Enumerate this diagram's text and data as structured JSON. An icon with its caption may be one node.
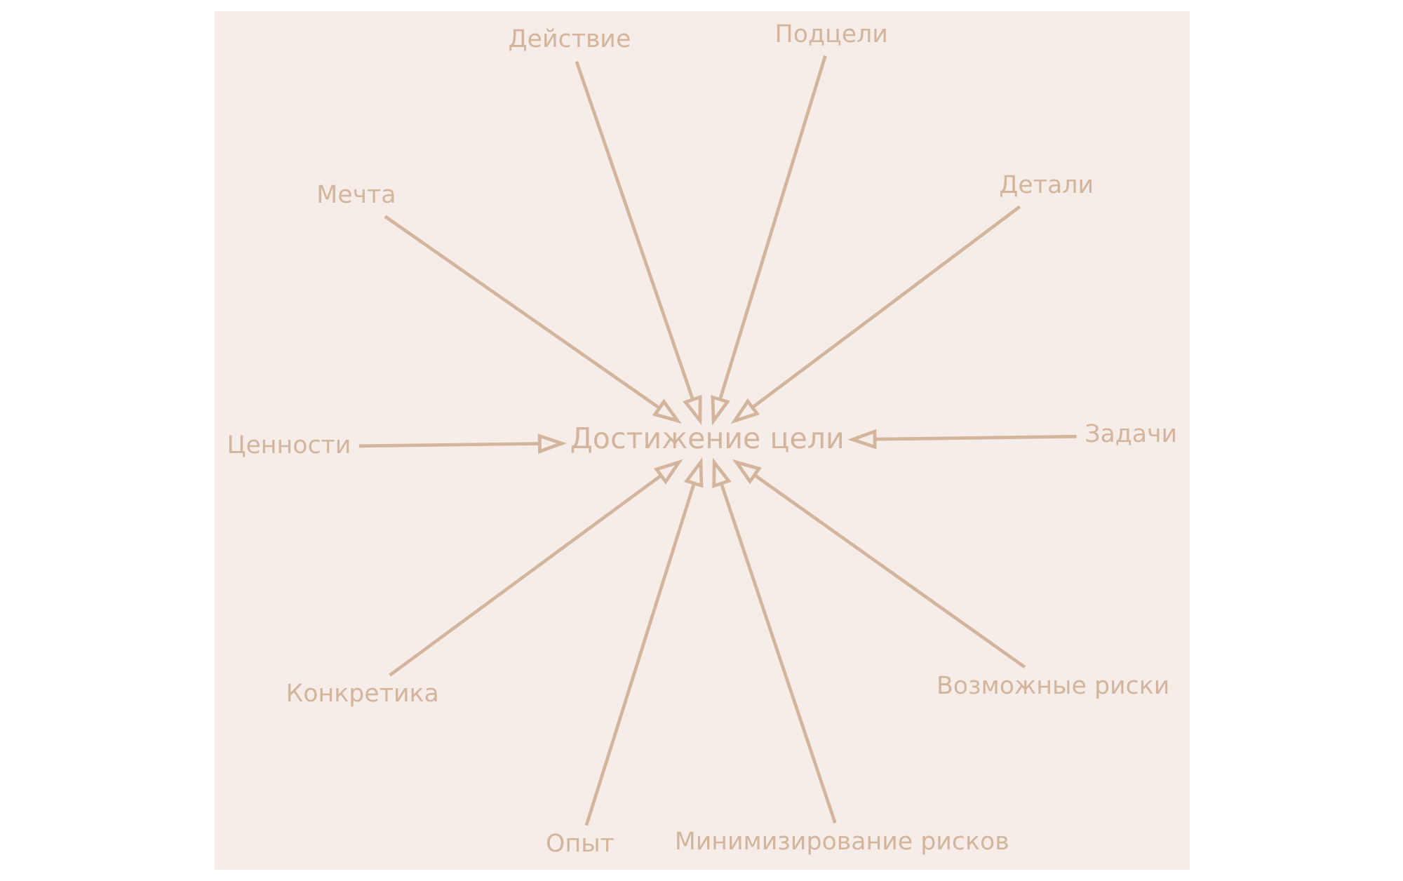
{
  "diagram": {
    "nodes": [
      {
        "text": [
          "Мечта"
        ]
      },
      {
        "text": [
          "Детали"
        ]
      },
      {
        "text": [
          "Опыт"
        ]
      },
      {
        "text": [
          "Действие"
        ]
      },
      {
        "text": [
          "Подцели"
        ]
      },
      {
        "text": [
          "Достижение цели"
        ]
      },
      {
        "text": [
          "Конкретика"
        ]
      },
      {
        "text": [
          "Задачи"
        ]
      },
      {
        "text": [
          "Ценности"
        ]
      },
      {
        "text": [
          "Возможные риски"
        ]
      },
      {
        "text": [
          "Минимизирование рисков"
        ]
      }
    ],
    "edges": [
      {
        "from": 0,
        "to": 5,
        "arrow": "to"
      },
      {
        "from": 1,
        "to": 5,
        "arrow": "to"
      },
      {
        "from": 2,
        "to": 5,
        "arrow": "to"
      },
      {
        "from": 3,
        "to": 5,
        "arrow": "to"
      },
      {
        "from": 4,
        "to": 5,
        "arrow": "to"
      },
      {
        "from": 6,
        "to": 5,
        "arrow": "to"
      },
      {
        "from": 7,
        "to": 5,
        "arrow": "to"
      },
      {
        "from": 8,
        "to": 5,
        "arrow": "to"
      },
      {
        "from": 9,
        "to": 5,
        "arrow": "to"
      },
      {
        "from": 10,
        "to": 5,
        "arrow": "to"
      }
    ]
  }
}
